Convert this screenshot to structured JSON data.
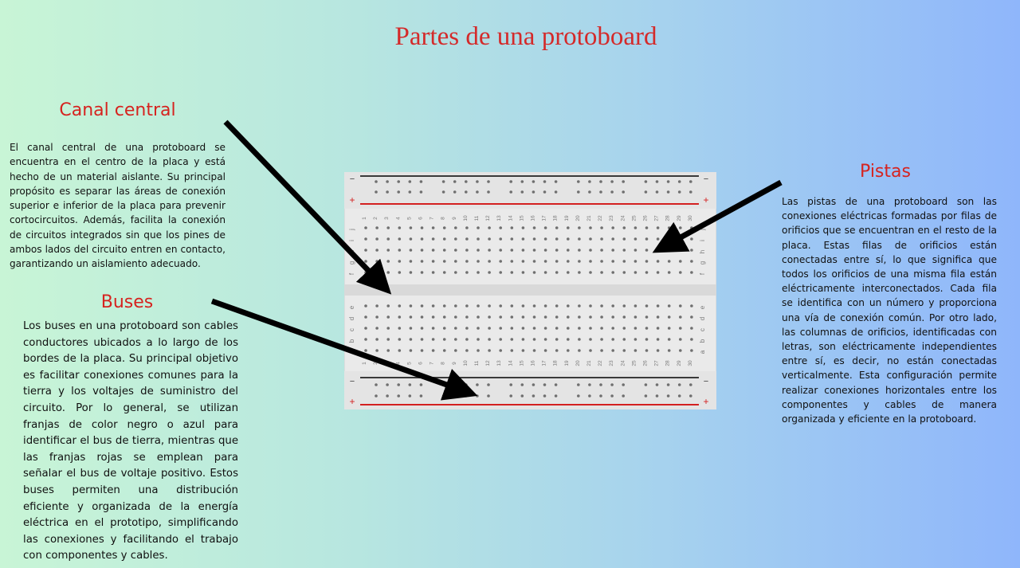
{
  "title": "Partes de una protoboard",
  "canal_central": {
    "heading": "Canal central",
    "text": "El canal central de una protoboard se encuentra en el centro de la placa y está hecho de un material aislante. Su principal propósito es separar las áreas de conexión superior e inferior de la placa para prevenir cortocircuitos. Además, facilita la conexión de circuitos integrados sin que los pines de ambos lados del circuito entren en contacto, garantizando un aislamiento adecuado."
  },
  "buses": {
    "heading": "Buses",
    "text": "Los buses en una protoboard son cables conductores ubicados a lo largo de los bordes de la placa. Su principal objetivo es facilitar conexiones comunes para la tierra y los voltajes de suministro del circuito. Por lo general, se utilizan franjas de color negro o azul para identificar el bus de tierra, mientras que las franjas rojas se emplean para señalar el bus de voltaje positivo. Estos buses permiten una distribución eficiente y organizada de la energía eléctrica en el prototipo, simplificando las conexiones y facilitando el trabajo con componentes y cables."
  },
  "pistas": {
    "heading": "Pistas",
    "text": "Las pistas de una protoboard son las conexiones eléctricas formadas por filas de orificios que se encuentran en el resto de la placa. Estas filas de orificios están conectadas entre sí, lo que significa que todos los orificios de una misma fila están eléctricamente interconectados. Cada fila se identifica con un número y proporciona una vía de conexión común. Por otro lado, las columnas de orificios, identificadas con letras, son eléctricamente independientes entre sí, es decir, no están conectadas verticalmente. Esta configuración permite realizar conexiones horizontales entre los componentes y cables de manera organizada y eficiente en la protoboard."
  },
  "breadboard": {
    "columns": 30,
    "top_rows": [
      "j",
      "i",
      "h",
      "g",
      "f"
    ],
    "bottom_rows": [
      "e",
      "d",
      "c",
      "b",
      "a"
    ],
    "rail_minus": "−",
    "rail_plus": "+",
    "colors": {
      "ground_rail": "#3a3a3a",
      "positive_rail": "#d32020",
      "board": "#eaeaea",
      "hole": "#6f6f6f"
    }
  },
  "colors": {
    "heading": "#d6231f",
    "arrow": "#000000"
  }
}
